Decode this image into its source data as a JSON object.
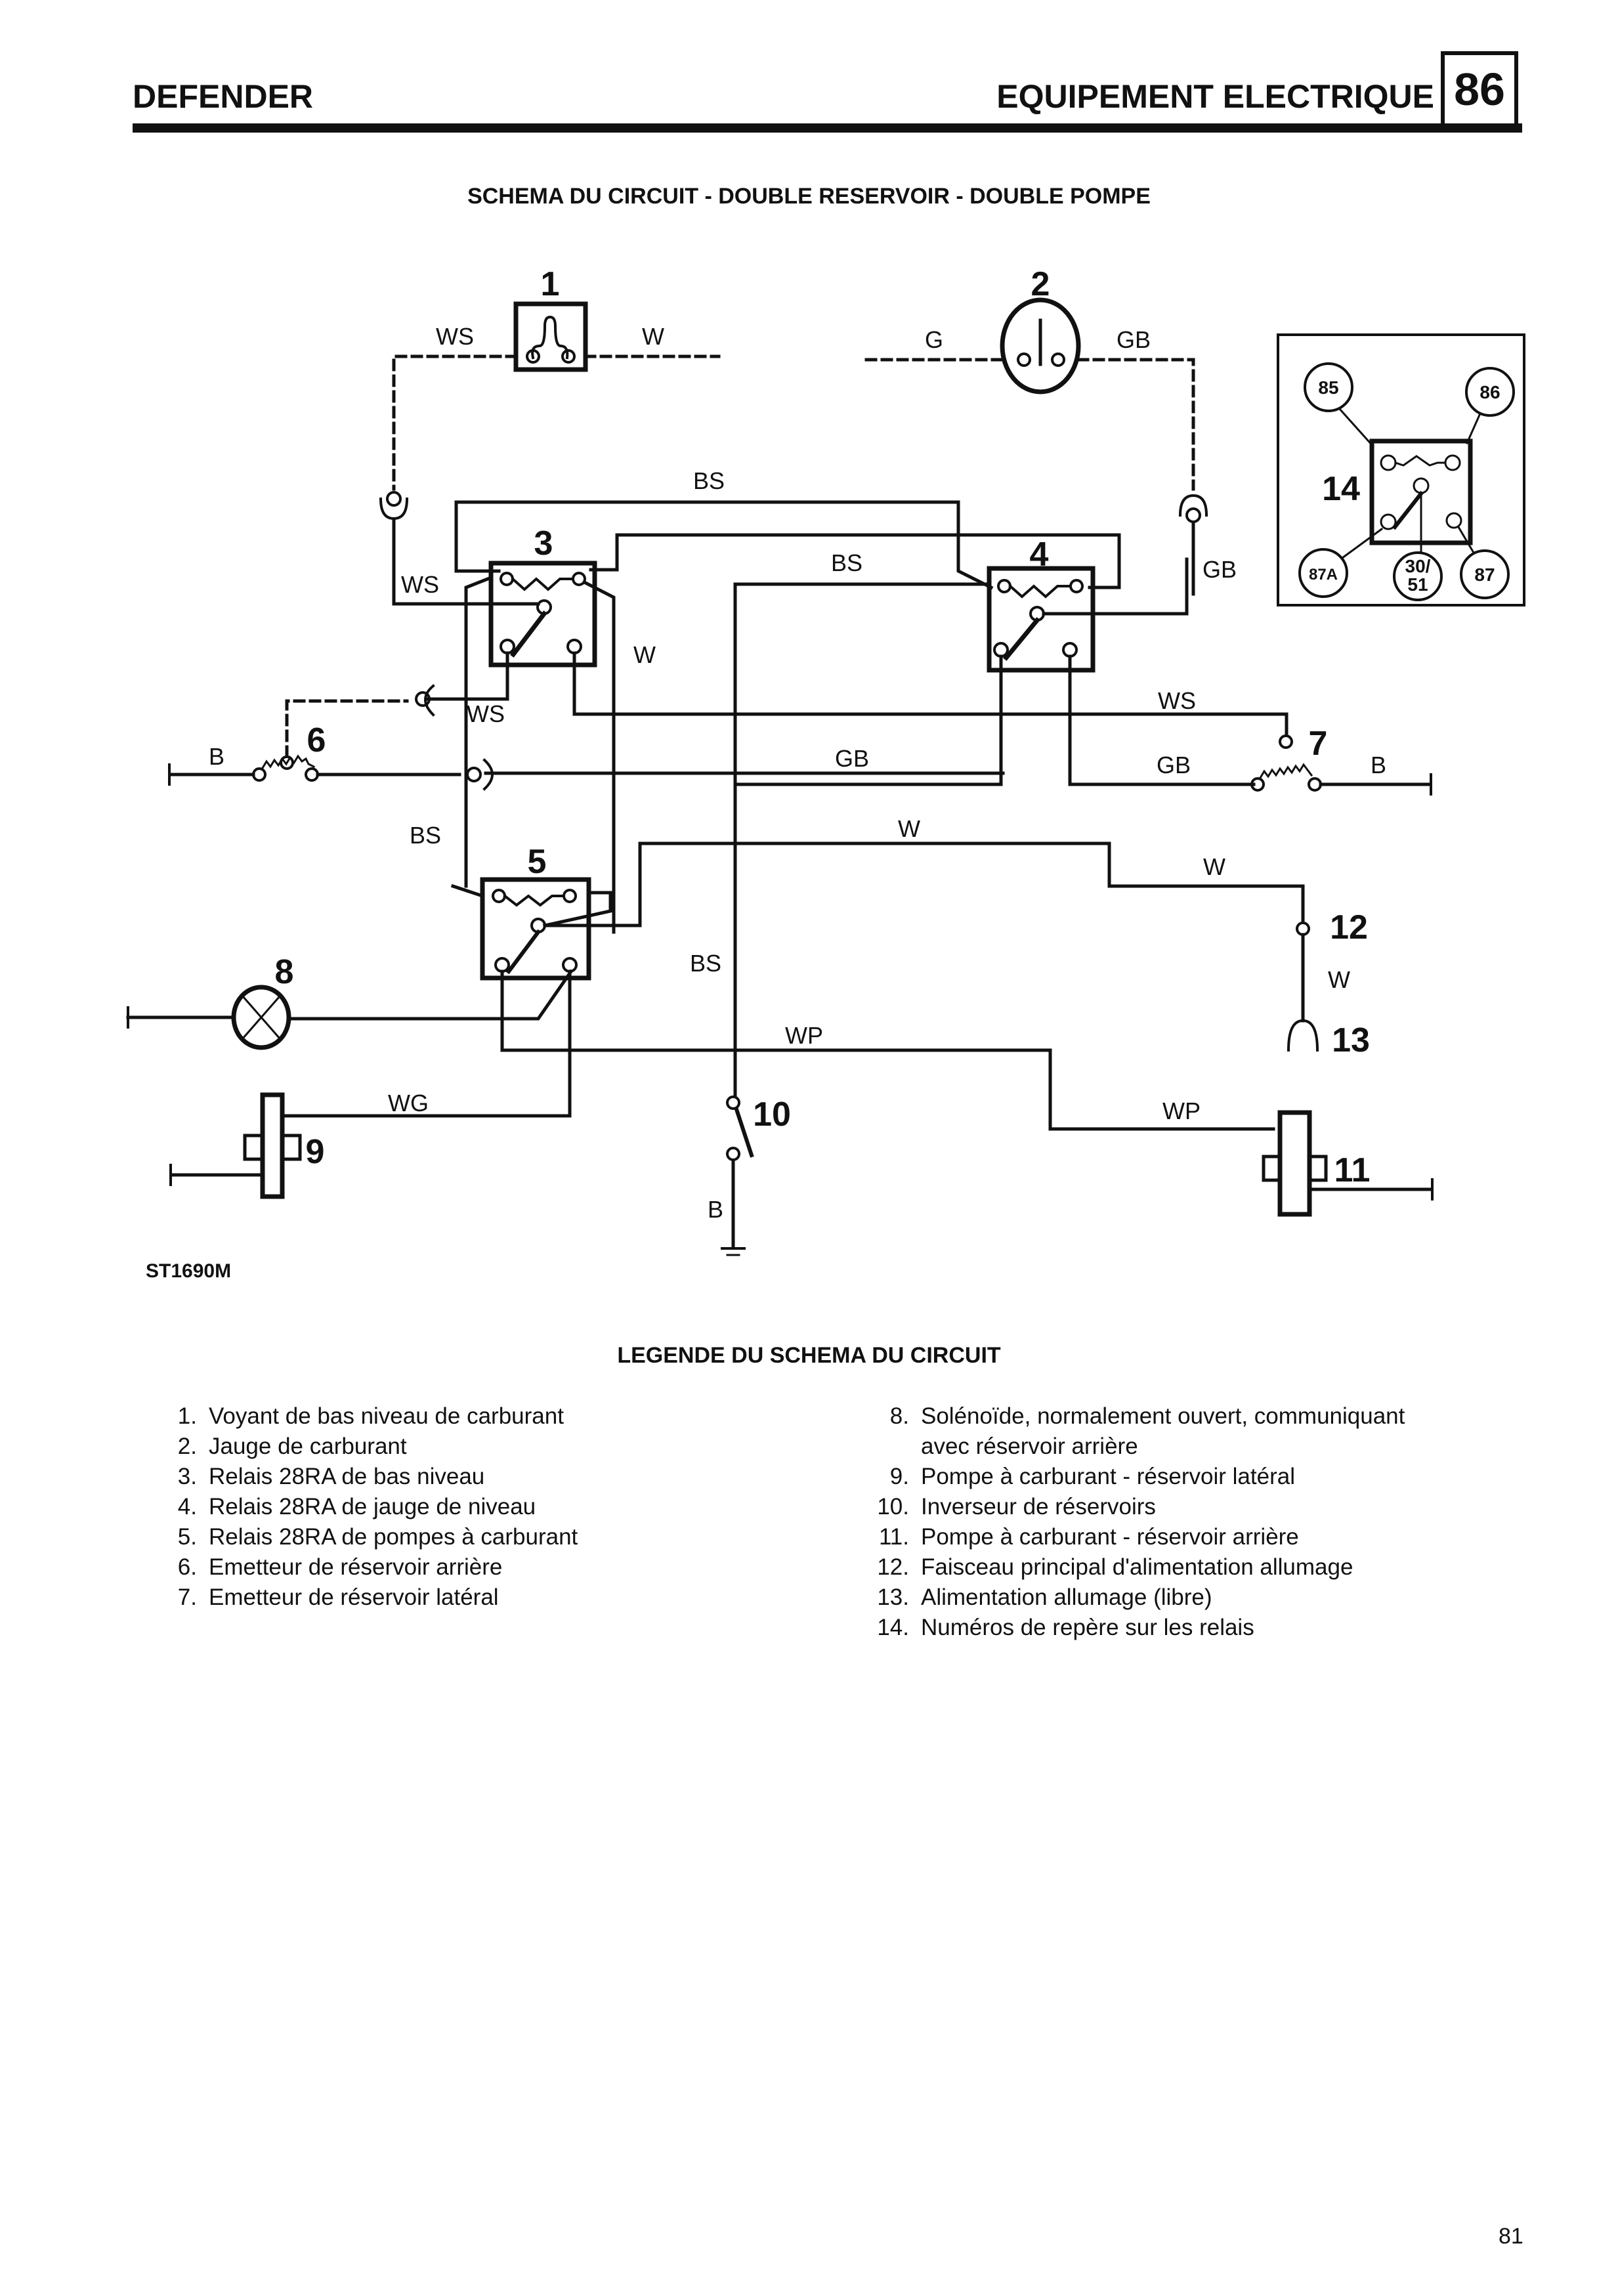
{
  "header": {
    "model": "DEFENDER",
    "section": "EQUIPEMENT ELECTRIQUE",
    "section_number": "86"
  },
  "diagram": {
    "title": "SCHEMA DU CIRCUIT - DOUBLE RESERVOIR - DOUBLE POMPE",
    "reference": "ST1690M",
    "component_numbers": [
      "1",
      "2",
      "3",
      "4",
      "5",
      "6",
      "7",
      "8",
      "9",
      "10",
      "11",
      "12",
      "13",
      "14"
    ],
    "wire_labels": {
      "c1_left": "WS",
      "c1_right": "W",
      "c2_left": "G",
      "c2_right": "GB",
      "bs_top": "BS",
      "bs_mid": "BS",
      "ws_r3": "WS",
      "w_r3": "W",
      "gb_r4": "GB",
      "ws_6": "WS",
      "ws_7": "WS",
      "b_6": "B",
      "gb_6": "GB",
      "gb_7": "GB",
      "b_7": "B",
      "bs_5": "BS",
      "w_5": "W",
      "w_12a": "W",
      "w_12b": "W",
      "bs_10": "BS",
      "wp_a": "WP",
      "wp_b": "WP",
      "wg_9": "WG",
      "b_10": "B"
    },
    "relay_pin_legend": {
      "label": "14",
      "pins": [
        "85",
        "86",
        "87A",
        "30/",
        "51",
        "87"
      ]
    }
  },
  "legend": {
    "title": "LEGENDE DU SCHEMA DU CIRCUIT",
    "left_items": [
      {
        "num": "1.",
        "text": "Voyant de bas niveau de carburant"
      },
      {
        "num": "2.",
        "text": "Jauge de carburant"
      },
      {
        "num": "3.",
        "text": "Relais 28RA de bas niveau"
      },
      {
        "num": "4.",
        "text": "Relais 28RA de jauge de niveau"
      },
      {
        "num": "5.",
        "text": "Relais 28RA de pompes à carburant"
      },
      {
        "num": "6.",
        "text": "Emetteur de réservoir arrière"
      },
      {
        "num": "7.",
        "text": "Emetteur de réservoir latéral"
      }
    ],
    "right_items": [
      {
        "num": "8.",
        "text": "Solénoïde, normalement ouvert, communiquant",
        "cont": "avec réservoir arrière"
      },
      {
        "num": "9.",
        "text": "Pompe à carburant - réservoir latéral"
      },
      {
        "num": "10.",
        "text": "Inverseur de réservoirs"
      },
      {
        "num": "11.",
        "text": "Pompe à carburant - réservoir arrière"
      },
      {
        "num": "12.",
        "text": "Faisceau principal d'alimentation allumage"
      },
      {
        "num": "13.",
        "text": "Alimentation allumage (libre)"
      },
      {
        "num": "14.",
        "text": "Numéros de repère sur les relais"
      }
    ]
  },
  "page_number": "81"
}
